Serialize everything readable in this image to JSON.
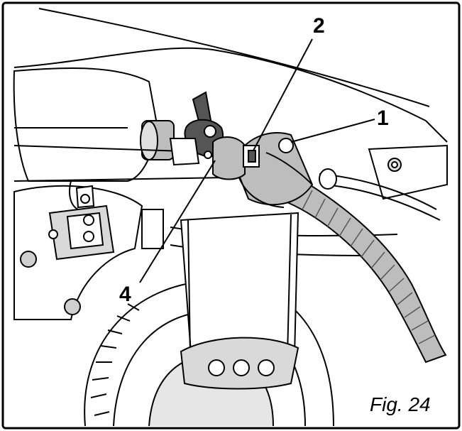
{
  "figure": {
    "caption": "Fig. 24",
    "callouts": {
      "one": "1",
      "two": "2",
      "four": "4"
    }
  },
  "colors": {
    "line": "#000000",
    "shade": "#bdbdbd",
    "dark_part": "#555555",
    "background": "#ffffff"
  }
}
